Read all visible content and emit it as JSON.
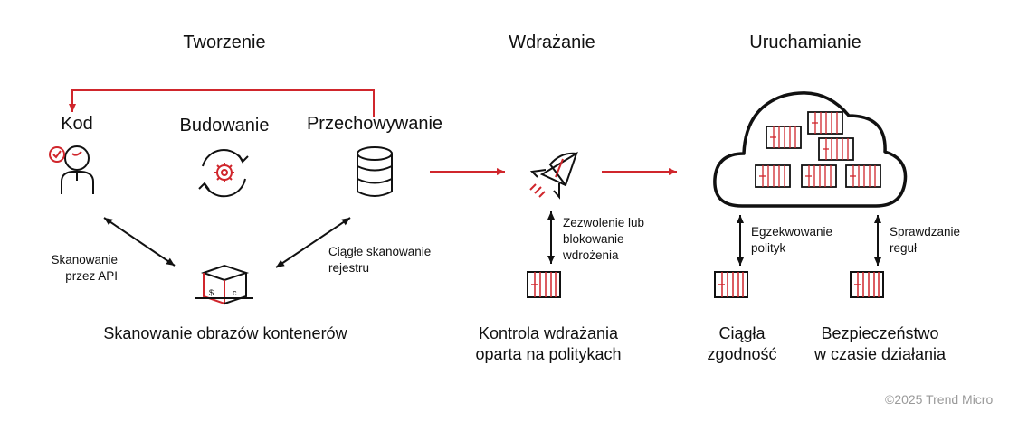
{
  "colors": {
    "accent": "#d0262c",
    "ink": "#111111",
    "muted": "#9a9a9a"
  },
  "stages": {
    "create": "Tworzenie",
    "deploy": "Wdrażanie",
    "run": "Uruchamianie"
  },
  "nodes": {
    "code": "Kod",
    "build": "Budowanie",
    "store": "Przechowywanie"
  },
  "notes": {
    "api_scan": "Skanowanie\nprzez API",
    "registry_scan": "Ciągłe skanowanie\nrejestru",
    "allow_block": "Zezwolenie lub\nblokowanie\nwdrożenia",
    "enforce": "Egzekwowanie\npolityk",
    "rule_check": "Sprawdzanie\nreguł"
  },
  "captions": {
    "image_scan": "Skanowanie obrazów kontenerów",
    "policy_control": "Kontrola wdrażania\noparta na politykach",
    "compliance": "Ciągła\nzgodność",
    "runtime": "Bezpieczeństwo\nw czasie działania"
  },
  "icons": [
    "person-icon",
    "gear-cycle-icon",
    "database-icon",
    "rocket-icon",
    "cloud-icon",
    "container-icon",
    "scan-box-icon"
  ],
  "copyright": "©2025 Trend Micro"
}
